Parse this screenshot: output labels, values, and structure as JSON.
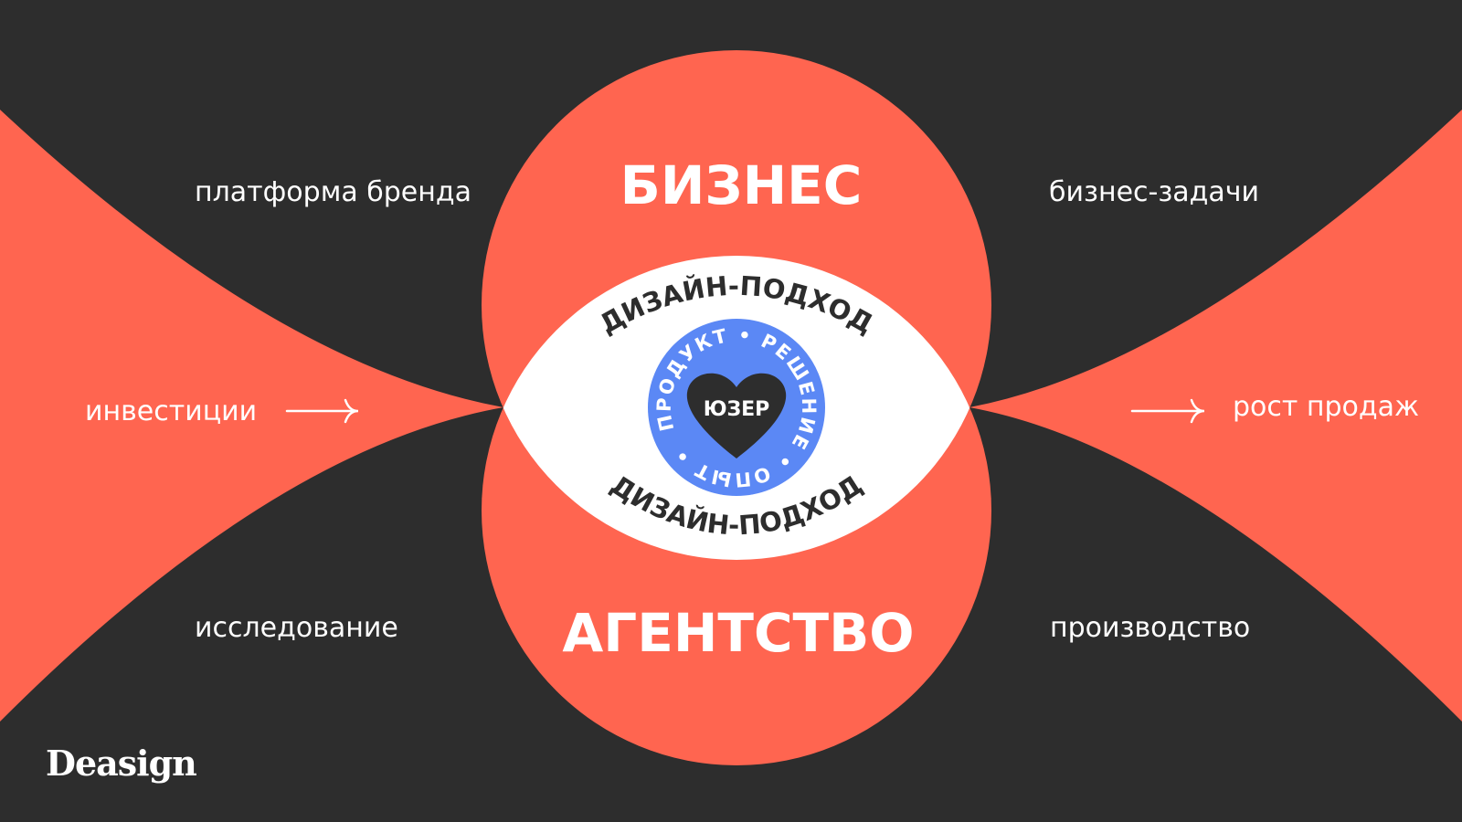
{
  "colors": {
    "background": "#2d2d2d",
    "accent": "#ff6550",
    "blue": "#5b88f5",
    "white": "#ffffff"
  },
  "circles": {
    "top_title": "БИЗНЕС",
    "bottom_title": "АГЕНТСТВО"
  },
  "eye": {
    "top_arc": "ДИЗАЙН-ПОДХОД",
    "bottom_arc": "ДИЗАЙН-ПОДХОД"
  },
  "core": {
    "ring_text": "ПРОДУКТ • РЕШЕНИЕ • ОПЫТ •",
    "center": "ЮЗЕР"
  },
  "labels": {
    "top_left": "платформа бренда",
    "top_right": "бизнес-задачи",
    "mid_left": "инвестиции",
    "mid_right": "рост продаж",
    "bottom_left": "исследование",
    "bottom_right": "производство"
  },
  "logo": "Deasign"
}
